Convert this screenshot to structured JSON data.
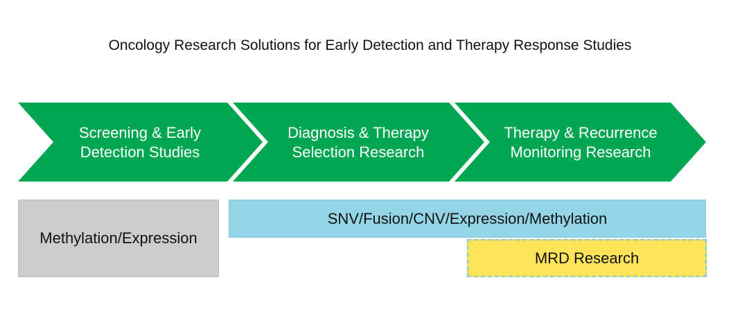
{
  "title": "Oncology Research Solutions for Early Detection and Therapy Response Studies",
  "colors": {
    "stage_fill": "#00a651",
    "stage_text": "#ffffff",
    "gray_box": "#cccccc",
    "blue_box": "#93d5e6",
    "yellow_box": "#fde35a"
  },
  "stages": [
    {
      "line1": "Screening & Early",
      "line2": "Detection Studies"
    },
    {
      "line1": "Diagnosis & Therapy",
      "line2": "Selection Research"
    },
    {
      "line1": "Therapy & Recurrence",
      "line2": "Monitoring Research"
    }
  ],
  "boxes": {
    "methylation_expression": "Methylation/Expression",
    "snv_fusion": "SNV/Fusion/CNV/Expression/Methylation",
    "mrd": "MRD Research"
  }
}
